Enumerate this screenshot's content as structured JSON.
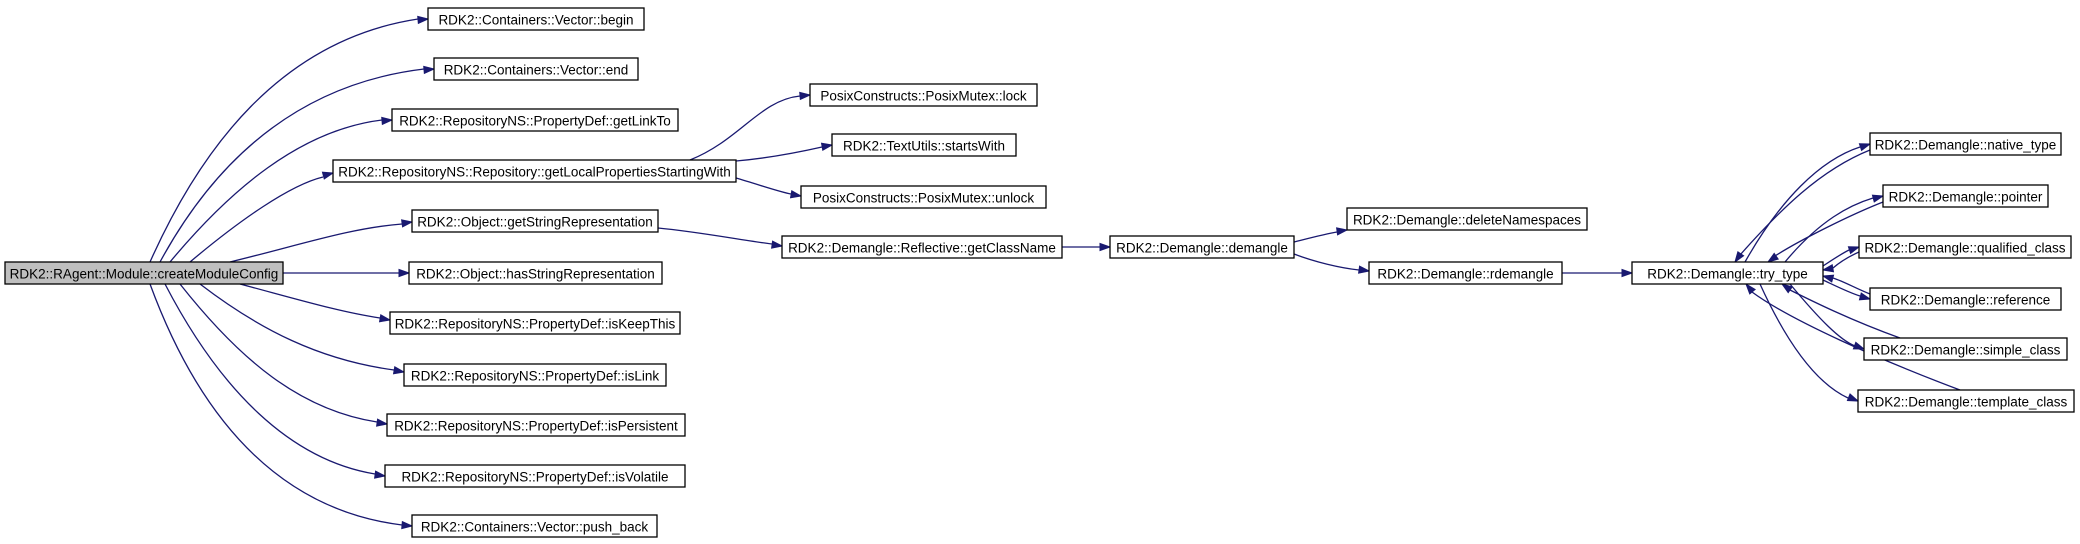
{
  "graph": {
    "root": "RDK2::RAgent::Module::createModuleConfig",
    "nodes": [
      {
        "id": "n0",
        "label": "RDK2::RAgent::Module::createModuleConfig"
      },
      {
        "id": "n1",
        "label": "RDK2::Containers::Vector::begin"
      },
      {
        "id": "n2",
        "label": "RDK2::Containers::Vector::end"
      },
      {
        "id": "n3",
        "label": "RDK2::RepositoryNS::PropertyDef::getLinkTo"
      },
      {
        "id": "n4",
        "label": "RDK2::RepositoryNS::Repository::getLocalPropertiesStartingWith"
      },
      {
        "id": "n5",
        "label": "RDK2::Object::getStringRepresentation"
      },
      {
        "id": "n6",
        "label": "RDK2::Object::hasStringRepresentation"
      },
      {
        "id": "n7",
        "label": "RDK2::RepositoryNS::PropertyDef::isKeepThis"
      },
      {
        "id": "n8",
        "label": "RDK2::RepositoryNS::PropertyDef::isLink"
      },
      {
        "id": "n9",
        "label": "RDK2::RepositoryNS::PropertyDef::isPersistent"
      },
      {
        "id": "n10",
        "label": "RDK2::RepositoryNS::PropertyDef::isVolatile"
      },
      {
        "id": "n11",
        "label": "RDK2::Containers::Vector::push_back"
      },
      {
        "id": "n12",
        "label": "PosixConstructs::PosixMutex::lock"
      },
      {
        "id": "n13",
        "label": "RDK2::TextUtils::startsWith"
      },
      {
        "id": "n14",
        "label": "PosixConstructs::PosixMutex::unlock"
      },
      {
        "id": "n15",
        "label": "RDK2::Demangle::Reflective::getClassName"
      },
      {
        "id": "n16",
        "label": "RDK2::Demangle::demangle"
      },
      {
        "id": "n17",
        "label": "RDK2::Demangle::deleteNamespaces"
      },
      {
        "id": "n18",
        "label": "RDK2::Demangle::rdemangle"
      },
      {
        "id": "n19",
        "label": "RDK2::Demangle::try_type"
      },
      {
        "id": "n20",
        "label": "RDK2::Demangle::native_type"
      },
      {
        "id": "n21",
        "label": "RDK2::Demangle::pointer"
      },
      {
        "id": "n22",
        "label": "RDK2::Demangle::qualified_class"
      },
      {
        "id": "n23",
        "label": "RDK2::Demangle::reference"
      },
      {
        "id": "n24",
        "label": "RDK2::Demangle::simple_class"
      },
      {
        "id": "n25",
        "label": "RDK2::Demangle::template_class"
      }
    ],
    "edges": [
      {
        "from": "n0",
        "to": "n1"
      },
      {
        "from": "n0",
        "to": "n2"
      },
      {
        "from": "n0",
        "to": "n3"
      },
      {
        "from": "n0",
        "to": "n4"
      },
      {
        "from": "n0",
        "to": "n5"
      },
      {
        "from": "n0",
        "to": "n6"
      },
      {
        "from": "n0",
        "to": "n7"
      },
      {
        "from": "n0",
        "to": "n8"
      },
      {
        "from": "n0",
        "to": "n9"
      },
      {
        "from": "n0",
        "to": "n10"
      },
      {
        "from": "n0",
        "to": "n11"
      },
      {
        "from": "n4",
        "to": "n12"
      },
      {
        "from": "n4",
        "to": "n13"
      },
      {
        "from": "n4",
        "to": "n14"
      },
      {
        "from": "n5",
        "to": "n15"
      },
      {
        "from": "n15",
        "to": "n16"
      },
      {
        "from": "n16",
        "to": "n17"
      },
      {
        "from": "n16",
        "to": "n18"
      },
      {
        "from": "n18",
        "to": "n19"
      },
      {
        "from": "n19",
        "to": "n20"
      },
      {
        "from": "n19",
        "to": "n21"
      },
      {
        "from": "n19",
        "to": "n22"
      },
      {
        "from": "n19",
        "to": "n23"
      },
      {
        "from": "n19",
        "to": "n24"
      },
      {
        "from": "n19",
        "to": "n25"
      },
      {
        "from": "n20",
        "to": "n19"
      },
      {
        "from": "n21",
        "to": "n19"
      },
      {
        "from": "n22",
        "to": "n19"
      },
      {
        "from": "n23",
        "to": "n19"
      },
      {
        "from": "n24",
        "to": "n19"
      },
      {
        "from": "n25",
        "to": "n19"
      }
    ],
    "colors": {
      "edge": "#191970",
      "root_fill": "#bfbfbf",
      "node_fill": "#ffffff",
      "node_border": "#000000"
    }
  }
}
